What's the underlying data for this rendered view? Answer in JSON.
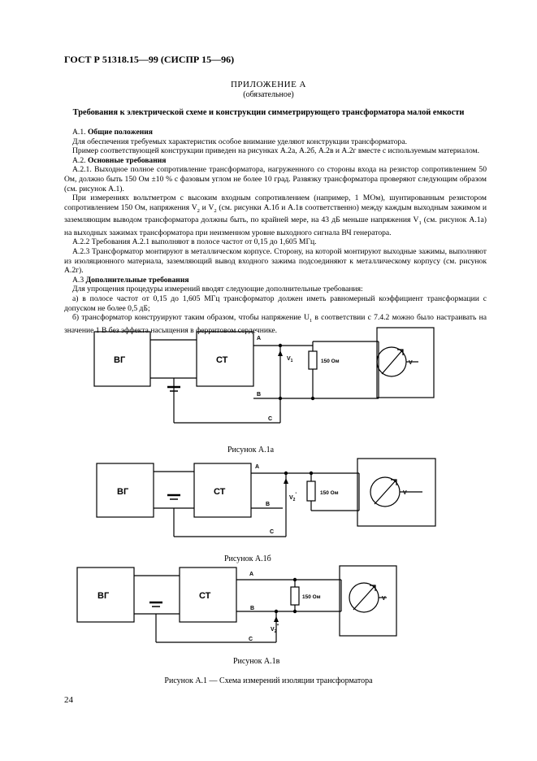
{
  "header": "ГОСТ Р 51318.15—99 (СИСПР 15—96)",
  "annex": {
    "title": "ПРИЛОЖЕНИЕ А",
    "status": "(обязательное)",
    "heading": "Требования к электрической схеме и конструкции симметрирующего трансформатора малой емкости"
  },
  "body": {
    "a1_num": "А.1.",
    "a1_title": "Общие положения",
    "p1": "Для обеспечения требуемых характеристик особое внимание уделяют конструкции трансформатора.",
    "p2": "Пример соответствующей конструкции приведен на рисунках А.2а, А.2б, А.2в и А.2г вместе с используемым материалом.",
    "a2_num": "А.2.",
    "a2_title": "Основные требования",
    "p3": "А.2.1. Выходное полное сопротивление трансформатора, нагруженного со стороны входа на резистор сопротивлением 50 Ом, должно быть 150 Ом ±10 % с фазовым углом не более 10 град. Развязку трансформатора проверяют следующим образом (см. рисунок А.1).",
    "p4a": "При измерениях вольтметром с высоким входным сопротивлением (например, 1 МОм), шунтированным резистором сопротивлением 150 Ом, напряжения ",
    "p4_v2": "V",
    "p4_v2_sub": "2",
    "p4_and": " и ",
    "p4_v2b": "V",
    "p4_v2b_sub": "2",
    "p4b": " (см. рисунки А.1б и А.1в соответственно) между каждым выходным зажимом и заземляющим выводом трансформатора должны быть, по крайней мере, на 43 дБ меньше напряжения ",
    "p4_v1": "V",
    "p4_v1_sub": "1",
    "p4c": " (см. рисунок А.1а) на выходных зажимах трансформатора при неизменном уровне выходного сигнала ВЧ генератора.",
    "p5": "А.2.2 Требования А.2.1 выполняют в полосе частот от 0,15 до 1,605 МГц.",
    "p6": "А.2.3 Трансформатор монтируют в металлическом корпусе. Сторону, на которой монтируют выходные зажимы, выполняют из изоляционного материала, заземляющий вывод входного зажима подсоединяют к металлическому корпусу (см. рисунок А.2г).",
    "a3_num": "А.3",
    "a3_title": "Дополнительные требования",
    "p7": "Для упрощения процедуры измерений вводят следующие дополнительные требования:",
    "p8": "а) в полосе частот от 0,15 до 1,605 МГц трансформатор должен иметь равномерный коэффициент трансформации с допуском не более 0,5 дБ;",
    "p9a": "б) трансформатор конструируют таким образом, чтобы напряжение U",
    "p9_sub": "1",
    "p9b": " в соответствии с 7.4.2 можно было настраивать на значение 1 В без эффекта насыщения в ферритовом сердечнике."
  },
  "figures": {
    "gen": "ВГ",
    "tr": "СТ",
    "term_a": "A",
    "term_b": "B",
    "term_c": "C",
    "resistor": "150 Ом",
    "meter": "V",
    "v1": "V",
    "v1_sub": "1",
    "v2": "V",
    "v2_sub": "2",
    "v2_sup_b": "'",
    "v2_sup_c": "\"",
    "cap_a": "Рисунок А.1а",
    "cap_b": "Рисунок А.1б",
    "cap_c": "Рисунок А.1в",
    "cap_main": "Рисунок А.1 — Схема измерений изоляции трансформатора"
  },
  "page_number": "24"
}
